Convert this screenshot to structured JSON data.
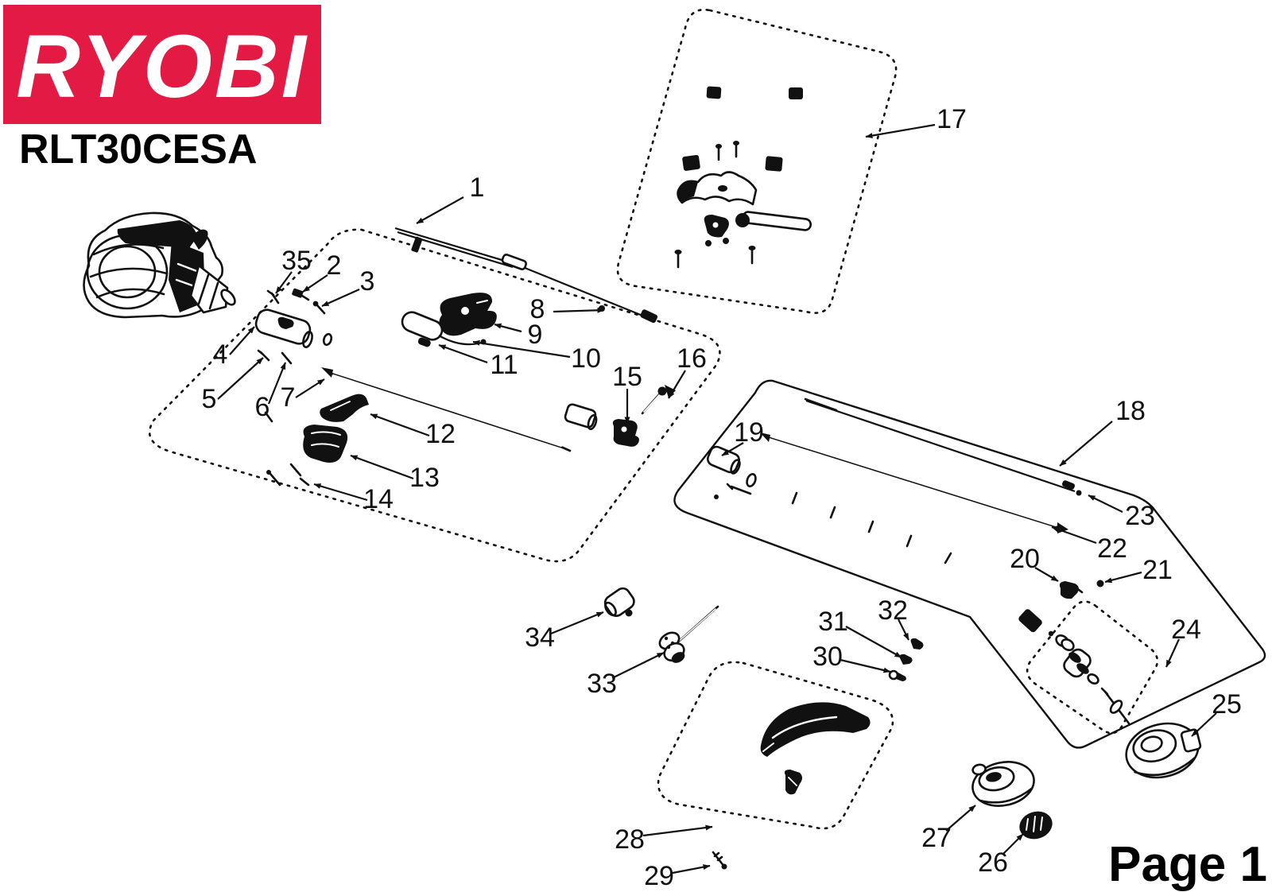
{
  "brand": {
    "logo_text": "RYOBI",
    "model": "RLT30CESA",
    "logo_bg": "#e31b44",
    "logo_fg": "#ffffff"
  },
  "page": {
    "label": "Page 1"
  },
  "diagram": {
    "type": "exploded-parts-diagram",
    "line_color": "#111111",
    "callouts": [
      "1",
      "2",
      "3",
      "4",
      "5",
      "6",
      "7",
      "8",
      "9",
      "10",
      "11",
      "12",
      "13",
      "14",
      "15",
      "16",
      "17",
      "18",
      "19",
      "20",
      "21",
      "22",
      "23",
      "24",
      "25",
      "26",
      "27",
      "28",
      "29",
      "30",
      "31",
      "32",
      "33",
      "34",
      "35"
    ]
  }
}
